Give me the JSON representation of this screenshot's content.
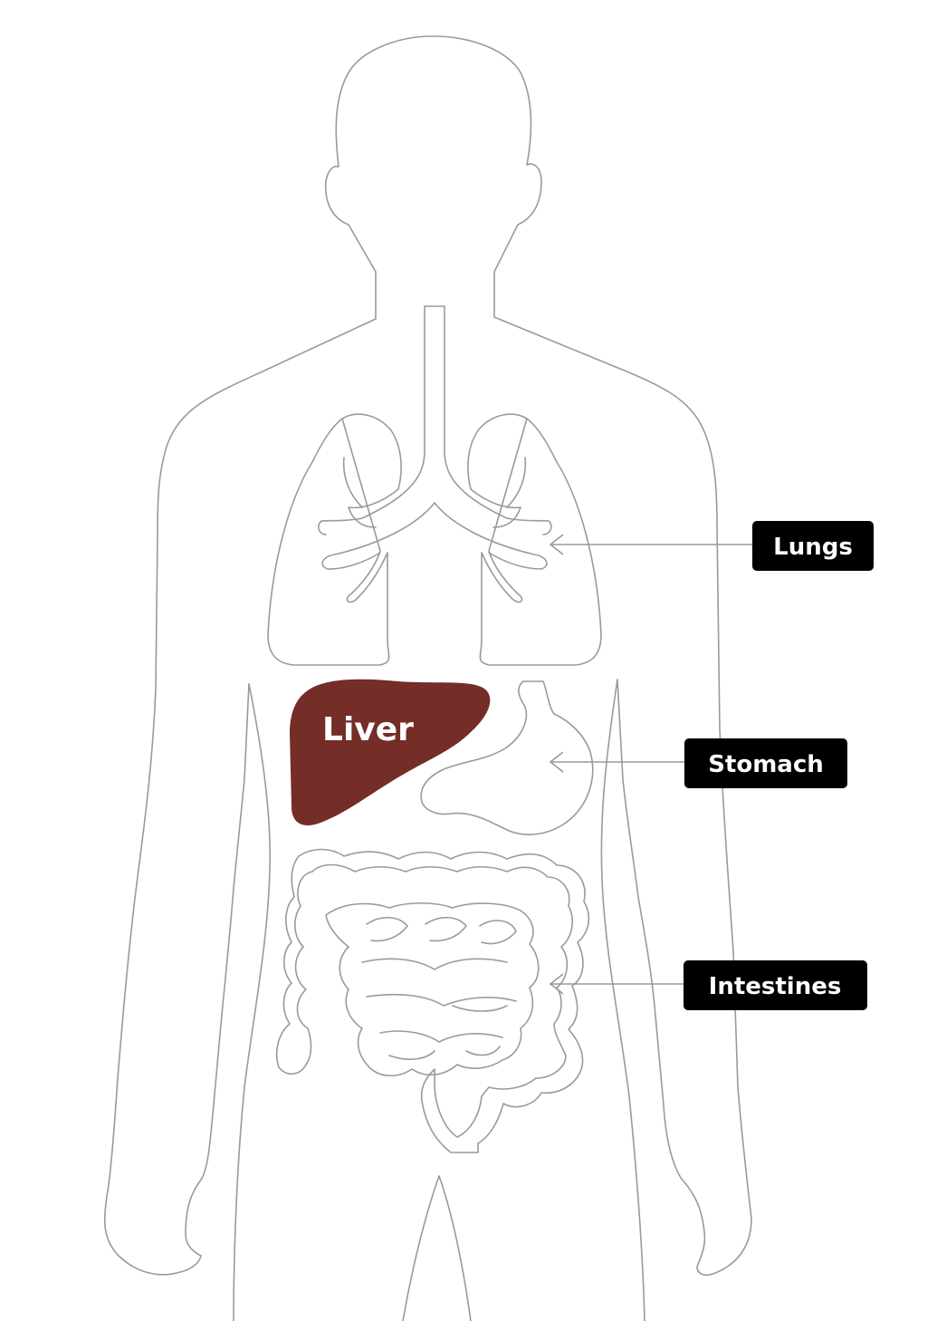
{
  "colors": {
    "outline": "#9a9a9a",
    "liver": "#742d27",
    "label_fill": "#86c3c2",
    "label_text": "#ffffff"
  },
  "organs": {
    "liver": {
      "label": "Liver",
      "highlighted": true
    }
  },
  "labels": [
    {
      "id": "lungs",
      "text": "Lungs"
    },
    {
      "id": "stomach",
      "text": "Stomach"
    },
    {
      "id": "intestines",
      "text": "Intestines"
    }
  ]
}
